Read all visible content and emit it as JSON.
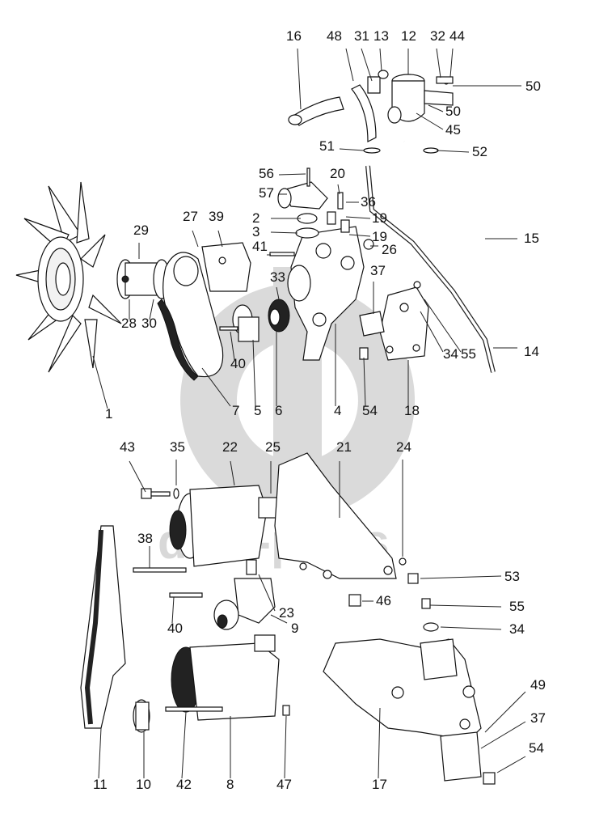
{
  "watermark": {
    "text": "disa-parts"
  },
  "callouts": [
    {
      "id": "16",
      "label": "16"
    },
    {
      "id": "48",
      "label": "48"
    },
    {
      "id": "31",
      "label": "31"
    },
    {
      "id": "13",
      "label": "13"
    },
    {
      "id": "12",
      "label": "12"
    },
    {
      "id": "32",
      "label": "32"
    },
    {
      "id": "44",
      "label": "44"
    },
    {
      "id": "50a",
      "label": "50"
    },
    {
      "id": "50b",
      "label": "50"
    },
    {
      "id": "45",
      "label": "45"
    },
    {
      "id": "51",
      "label": "51"
    },
    {
      "id": "52",
      "label": "52"
    },
    {
      "id": "56",
      "label": "56"
    },
    {
      "id": "20",
      "label": "20"
    },
    {
      "id": "57",
      "label": "57"
    },
    {
      "id": "36",
      "label": "36"
    },
    {
      "id": "2",
      "label": "2"
    },
    {
      "id": "19a",
      "label": "19"
    },
    {
      "id": "3",
      "label": "3"
    },
    {
      "id": "19b",
      "label": "19"
    },
    {
      "id": "26",
      "label": "26"
    },
    {
      "id": "41",
      "label": "41"
    },
    {
      "id": "15",
      "label": "15"
    },
    {
      "id": "27",
      "label": "27"
    },
    {
      "id": "39",
      "label": "39"
    },
    {
      "id": "29",
      "label": "29"
    },
    {
      "id": "33",
      "label": "33"
    },
    {
      "id": "37a",
      "label": "37"
    },
    {
      "id": "28",
      "label": "28"
    },
    {
      "id": "30",
      "label": "30"
    },
    {
      "id": "40a",
      "label": "40"
    },
    {
      "id": "34a",
      "label": "34"
    },
    {
      "id": "55a",
      "label": "55"
    },
    {
      "id": "14",
      "label": "14"
    },
    {
      "id": "1",
      "label": "1"
    },
    {
      "id": "7",
      "label": "7"
    },
    {
      "id": "5",
      "label": "5"
    },
    {
      "id": "6",
      "label": "6"
    },
    {
      "id": "4",
      "label": "4"
    },
    {
      "id": "54a",
      "label": "54"
    },
    {
      "id": "18",
      "label": "18"
    },
    {
      "id": "43",
      "label": "43"
    },
    {
      "id": "35",
      "label": "35"
    },
    {
      "id": "22",
      "label": "22"
    },
    {
      "id": "25",
      "label": "25"
    },
    {
      "id": "21",
      "label": "21"
    },
    {
      "id": "24",
      "label": "24"
    },
    {
      "id": "38",
      "label": "38"
    },
    {
      "id": "53",
      "label": "53"
    },
    {
      "id": "46",
      "label": "46"
    },
    {
      "id": "23",
      "label": "23"
    },
    {
      "id": "40b",
      "label": "40"
    },
    {
      "id": "55b",
      "label": "55"
    },
    {
      "id": "9",
      "label": "9"
    },
    {
      "id": "34b",
      "label": "34"
    },
    {
      "id": "49",
      "label": "49"
    },
    {
      "id": "37b",
      "label": "37"
    },
    {
      "id": "54b",
      "label": "54"
    },
    {
      "id": "11",
      "label": "11"
    },
    {
      "id": "10",
      "label": "10"
    },
    {
      "id": "42",
      "label": "42"
    },
    {
      "id": "8",
      "label": "8"
    },
    {
      "id": "47",
      "label": "47"
    },
    {
      "id": "17",
      "label": "17"
    }
  ]
}
